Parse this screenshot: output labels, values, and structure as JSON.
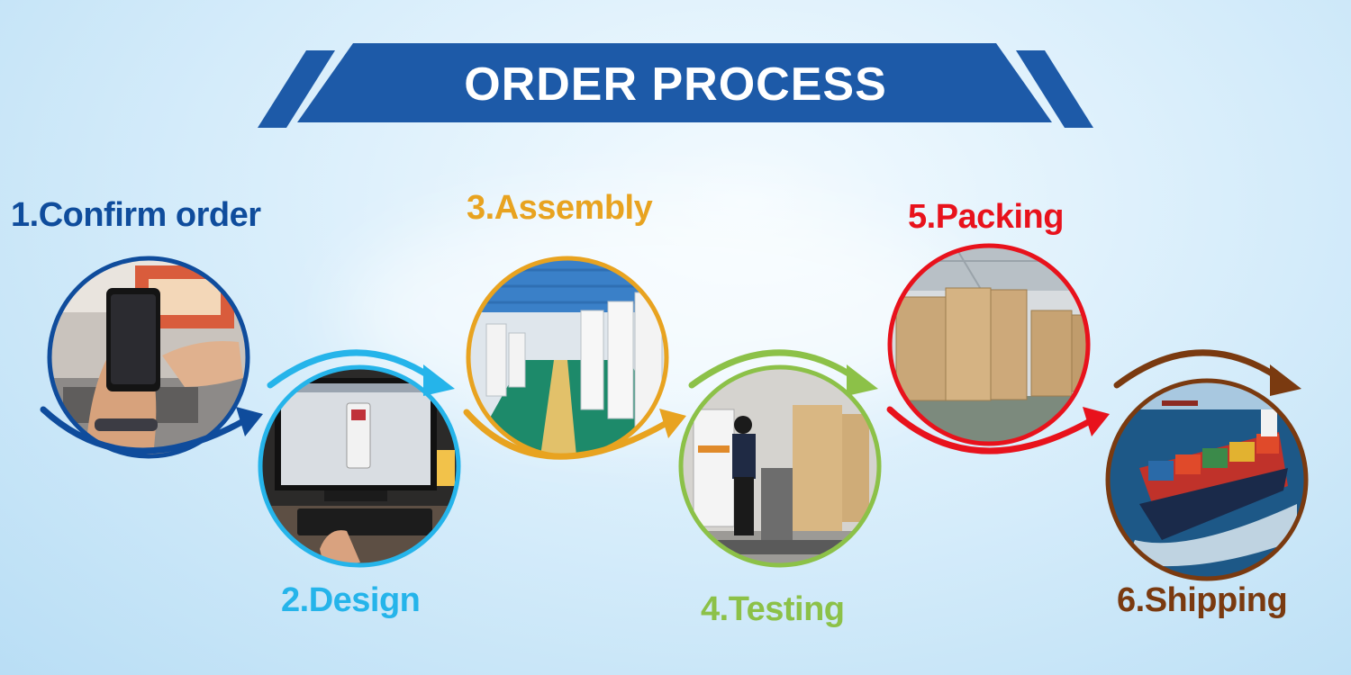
{
  "header": {
    "title": "ORDER PROCESS"
  },
  "colors": {
    "banner": "#1d5aa8",
    "step1": "#0f4c9c",
    "step2": "#25b4ea",
    "step3": "#e8a320",
    "step4": "#8cc148",
    "step5": "#e8121c",
    "step6": "#7a3a10"
  },
  "steps": [
    {
      "label": "1.Confirm order",
      "color": "#0f4c9c",
      "photo": "phone-in-hand-photo"
    },
    {
      "label": "2.Design",
      "color": "#25b4ea",
      "photo": "computer-design-photo"
    },
    {
      "label": "3.Assembly",
      "color": "#e8a320",
      "photo": "factory-assembly-line-photo"
    },
    {
      "label": "4.Testing",
      "color": "#8cc148",
      "photo": "technician-testing-photo"
    },
    {
      "label": "5.Packing",
      "color": "#e8121c",
      "photo": "wooden-crates-photo"
    },
    {
      "label": "6.Shipping",
      "color": "#7a3a10",
      "photo": "container-ship-photo"
    }
  ]
}
